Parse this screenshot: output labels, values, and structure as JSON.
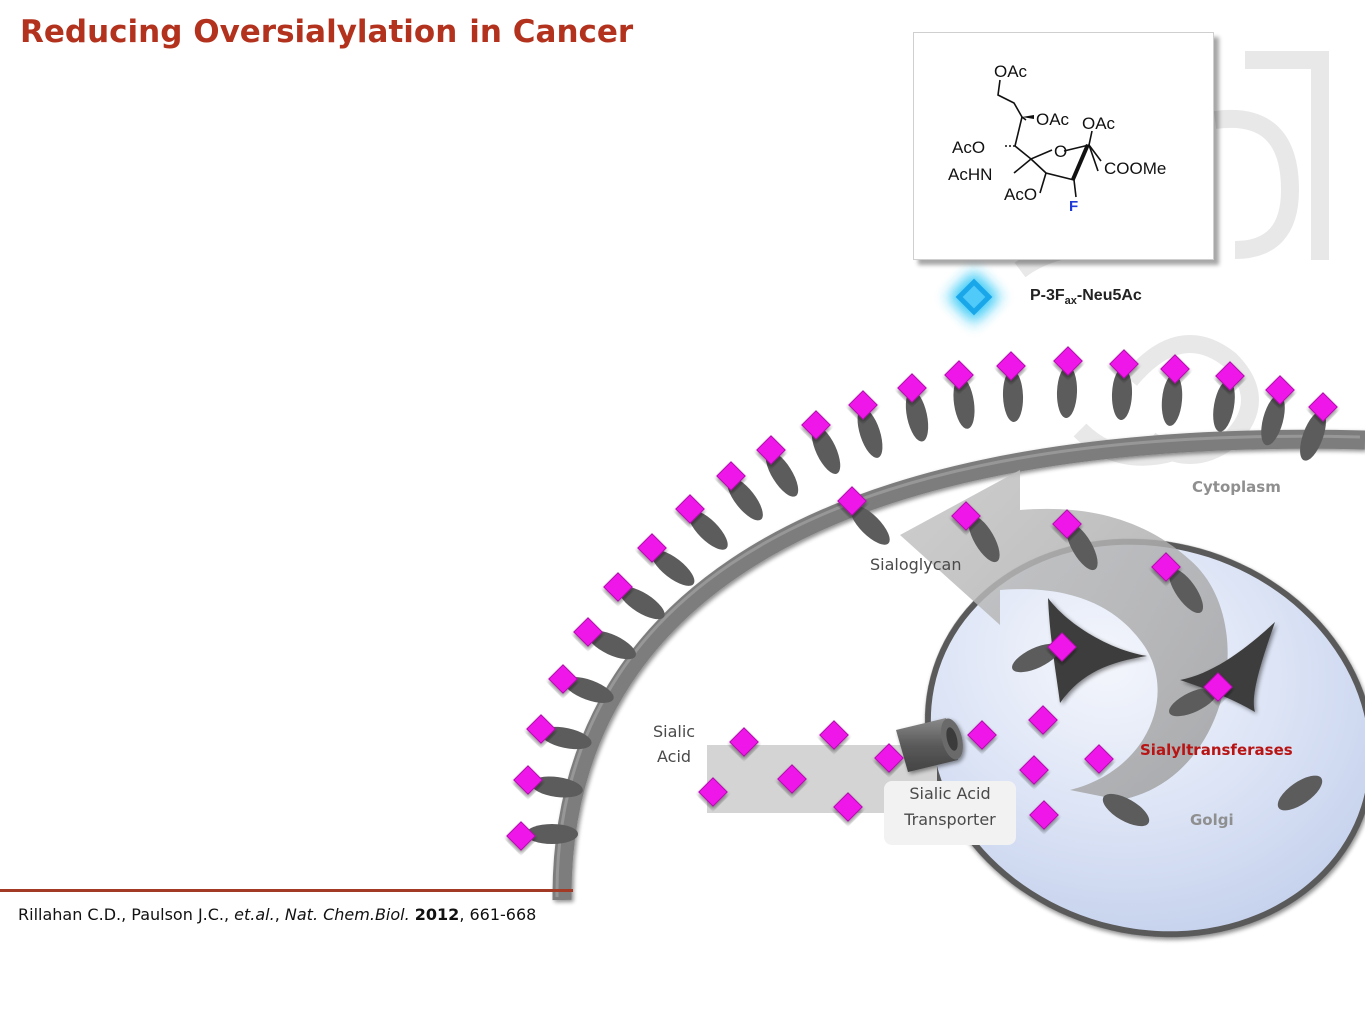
{
  "slide": {
    "title_part1": "Reducing Oversialylation",
    "title_part2": "in Cancer"
  },
  "compound": {
    "label_prefix": "P-3F",
    "label_sub": "ax",
    "label_suffix": "-Neu5Ac",
    "structure_labels": {
      "oac_top": "OAc",
      "oac_mid": "OAc",
      "oac_anomeric": "OAc",
      "aco_left": "AcO",
      "achn": "AcHN",
      "aco_bottom": "AcO",
      "ring_o": "O",
      "coome": "COOMe",
      "fluorine": "F"
    }
  },
  "labels": {
    "cytoplasm": "Cytoplasm",
    "sialoglycan": "Sialoglycan",
    "sialic_acid_line1": "Sialic",
    "sialic_acid_line2": "Acid",
    "transporter_line1": "Sialic Acid",
    "transporter_line2": "Transporter",
    "sialyltransferases": "Sialyltransferases",
    "golgi": "Golgi"
  },
  "citation": {
    "authors": "Rillahan C.D., Paulson J.C., ",
    "etal": "et.al.",
    "sep1": ", ",
    "journal": "Nat. Chem.Biol.",
    "sep2": " ",
    "year": "2012",
    "pages": ", 661-668"
  },
  "colors": {
    "title": "#b2321e",
    "sialic_acid_magenta": "#ee12e8",
    "membrane": "#7a7a7a",
    "golgi_fill": "#c9d5ef",
    "enzyme": "#3e3e3e",
    "compound_glow": "#2ac4f2",
    "sialyltransferase_label": "#b81414"
  },
  "icons": {
    "sialic_acid": "magenta-diamond",
    "glycan": "grey-oval",
    "transporter": "grey-cylinder",
    "enzyme": "dark-star",
    "compound": "glowing-blue-diamond"
  }
}
